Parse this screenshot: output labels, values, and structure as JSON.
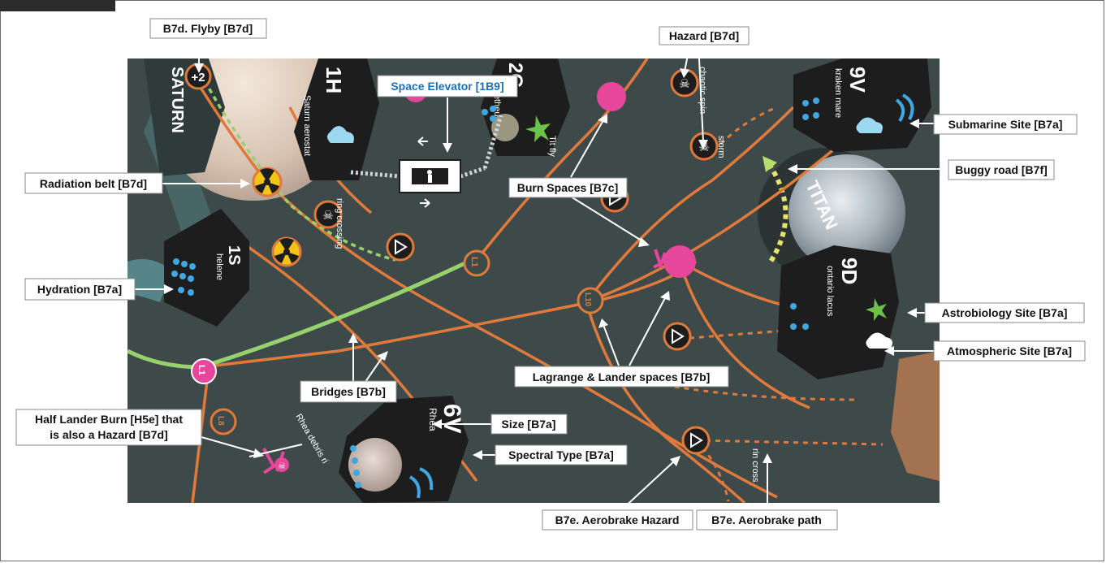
{
  "board": {
    "bodies": {
      "saturn": "SATURN",
      "titan": "TITAN"
    },
    "sites": {
      "saturn_aerostat": {
        "code": "1H",
        "name": "Saturn aerostat"
      },
      "prometheus": {
        "code": "2C",
        "name": "rometheus"
      },
      "helene": {
        "code": "1S",
        "name": "helene"
      },
      "kraken": {
        "code": "9V",
        "name": "kraken mare"
      },
      "ontario": {
        "code": "9D",
        "name": "ontario lacus"
      },
      "rhea": {
        "code": "6V",
        "name": "Rhea"
      }
    },
    "spaces": {
      "flyby": "+2",
      "l1_orange": "L1",
      "l1_pink": "L1",
      "l10": "L10",
      "l8": "L8"
    },
    "path_texts": {
      "ring_crossing": "ring crossing",
      "chaotic_spin": "chaotic spin",
      "storm": "storm",
      "titan_flyby": "Tit fly",
      "rhea_debris": "Rhea debris ri",
      "ring_cross2": "rin cross"
    }
  },
  "callouts": {
    "flyby": "B7d. Flyby [B7d]",
    "hazard": "Hazard [B7d]",
    "space_elevator": "Space Elevator [1B9]",
    "submarine_site": "Submarine Site [B7a]",
    "buggy_road": "Buggy road [B7f]",
    "radiation_belt": "Radiation belt [B7d]",
    "burn_spaces": "Burn Spaces [B7c]",
    "hydration": "Hydration [B7a]",
    "astrobiology_site": "Astrobiology Site [B7a]",
    "atmospheric_site": "Atmospheric Site [B7a]",
    "lagrange": "Lagrange & Lander spaces [B7b]",
    "bridges": "Bridges [B7b]",
    "half_lander_line1": "Half Lander Burn [H5e] that",
    "half_lander_line2": "is also a Hazard [B7d]",
    "size": "Size [B7a]",
    "spectral_type": "Spectral Type [B7a]",
    "aerobrake_hazard": "B7e. Aerobrake Hazard",
    "aerobrake_path": "B7e. Aerobrake path"
  },
  "colors": {
    "board_bg": "#3e4a49",
    "route_orange": "#e07a3c",
    "bridge_green": "#97d16d",
    "burn_pink": "#e6479a",
    "hazard_yellow": "#f2c418",
    "callout_blue": "#1f6fb3"
  }
}
